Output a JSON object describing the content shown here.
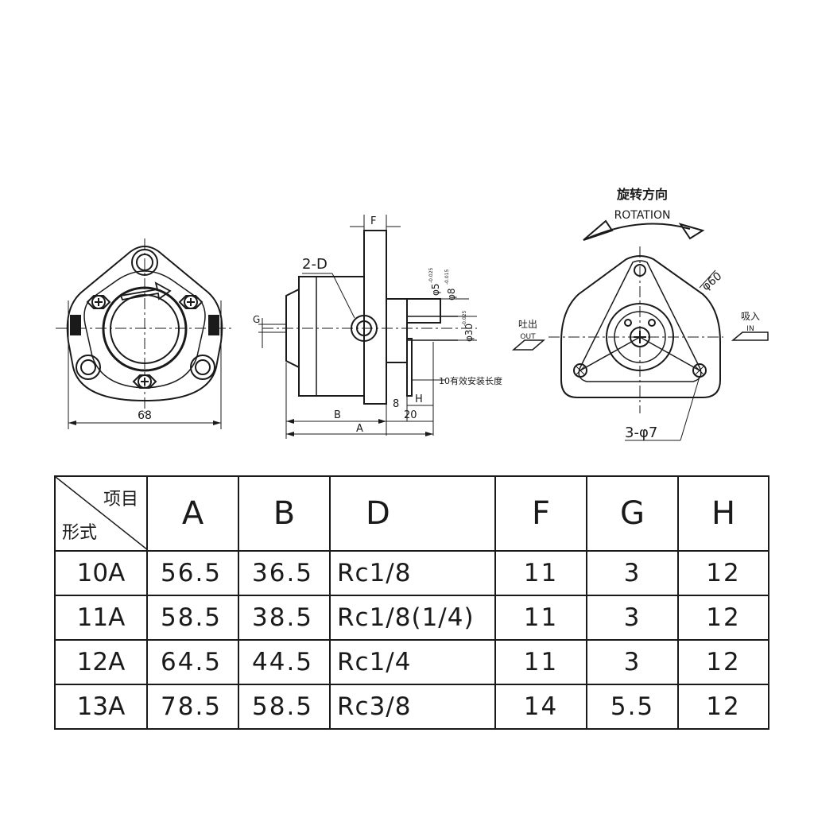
{
  "views": {
    "front": {
      "width_dim": "68"
    },
    "side": {
      "port_label": "2-D",
      "dim_f": "F",
      "dim_g": "G",
      "dim_d1": "φ5",
      "dim_d1_tol": "-0.025",
      "dim_d2": "φ8",
      "dim_d2_tol": "-0.015",
      "dim_d3": "φ30",
      "dim_d3_tol": "-0.025",
      "shaft_note": "10有效安装长度",
      "dim_8": "8",
      "dim_h": "H",
      "dim_b": "B",
      "dim_20": "20",
      "dim_a": "A"
    },
    "rear": {
      "rotation_cn": "旋转方向",
      "rotation_en": "ROTATION",
      "dia_60": "φ60",
      "outlet_cn": "吐出",
      "outlet_en": "OUT",
      "inlet_cn": "吸入",
      "inlet_en": "IN",
      "holes": "3-φ7"
    }
  },
  "table": {
    "corner_top": "项目",
    "corner_bottom": "形式",
    "headers": [
      "A",
      "B",
      "D",
      "F",
      "G",
      "H"
    ],
    "rows": [
      {
        "model": "10A",
        "a": "56.5",
        "b": "36.5",
        "d": "Rc1/8",
        "f": "11",
        "g": "3",
        "h": "12"
      },
      {
        "model": "11A",
        "a": "58.5",
        "b": "38.5",
        "d": "Rc1/8(1/4)",
        "f": "11",
        "g": "3",
        "h": "12"
      },
      {
        "model": "12A",
        "a": "64.5",
        "b": "44.5",
        "d": "Rc1/4",
        "f": "11",
        "g": "3",
        "h": "12"
      },
      {
        "model": "13A",
        "a": "78.5",
        "b": "58.5",
        "d": "Rc3/8",
        "f": "14",
        "g": "5.5",
        "h": "12"
      }
    ]
  }
}
